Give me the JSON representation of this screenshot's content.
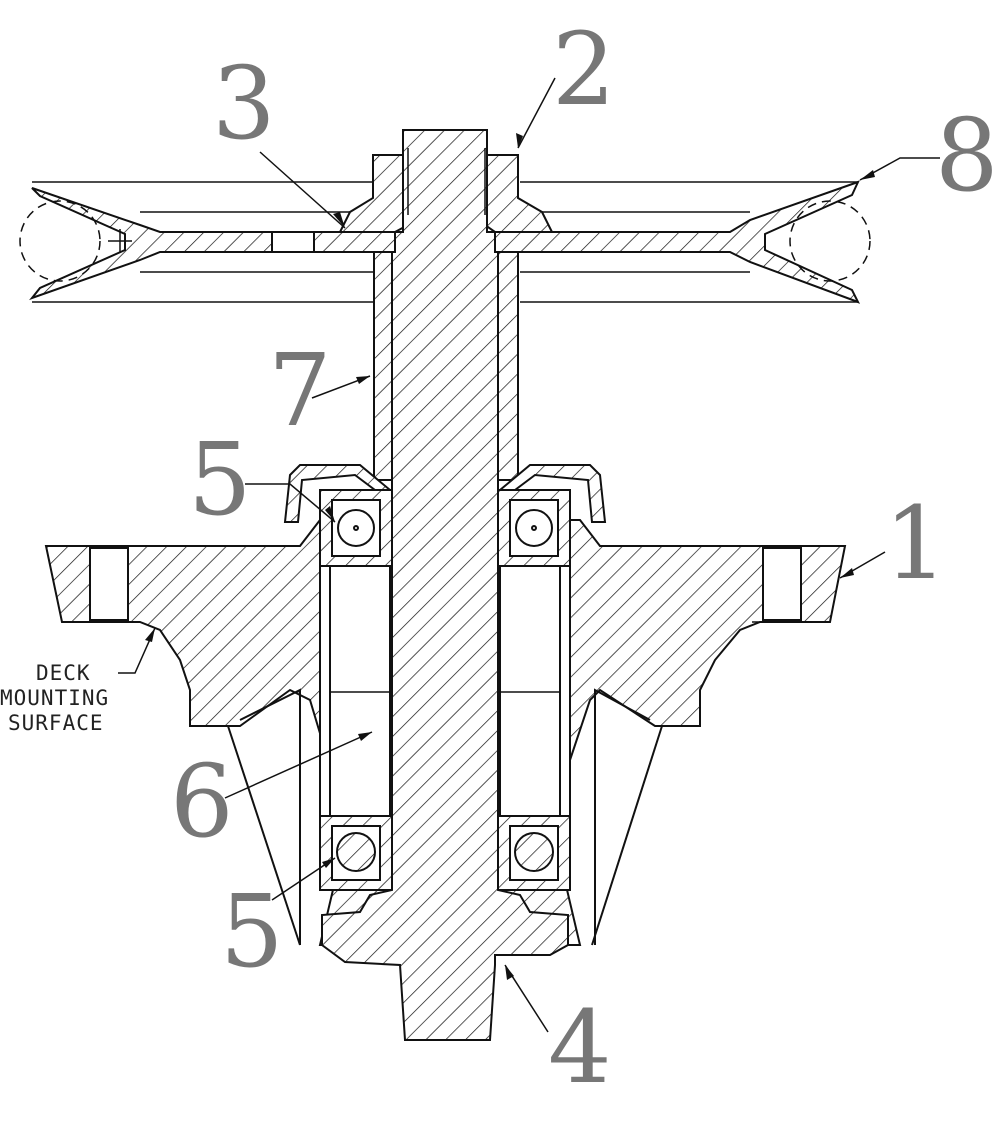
{
  "diagram": {
    "callouts": [
      {
        "id": "1",
        "label": "1"
      },
      {
        "id": "2",
        "label": "2"
      },
      {
        "id": "3",
        "label": "3"
      },
      {
        "id": "4",
        "label": "4"
      },
      {
        "id": "5-upper",
        "label": "5"
      },
      {
        "id": "5-lower",
        "label": "5"
      },
      {
        "id": "6",
        "label": "6"
      },
      {
        "id": "7",
        "label": "7"
      },
      {
        "id": "8",
        "label": "8"
      }
    ],
    "note": {
      "line1": "DECK",
      "line2": "MOUNTING",
      "line3": "SURFACE"
    }
  }
}
